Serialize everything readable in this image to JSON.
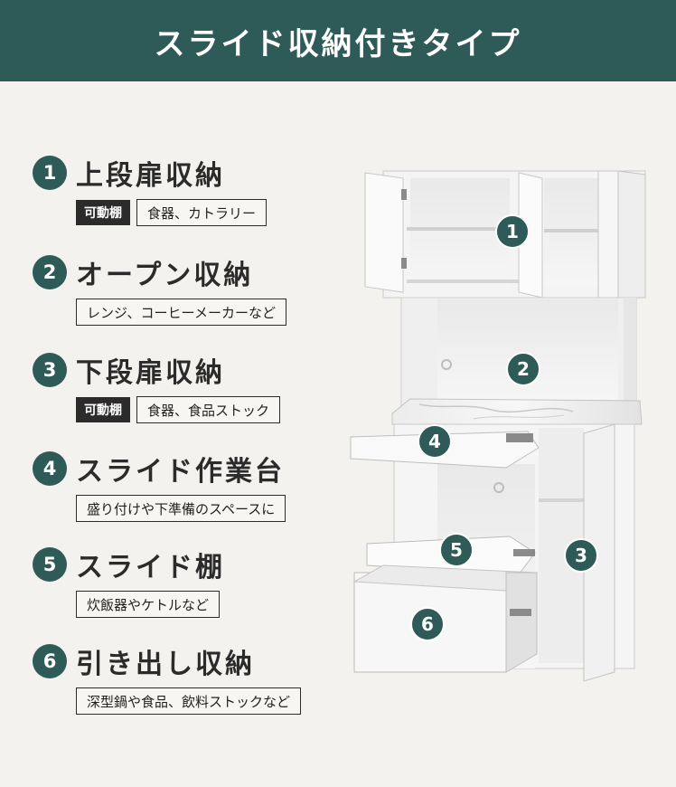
{
  "header": {
    "title": "スライド収納付きタイプ"
  },
  "features": [
    {
      "number": "1",
      "title": "上段扉収納",
      "badge": "可動棚",
      "tag": "食器、カトラリー"
    },
    {
      "number": "2",
      "title": "オープン収納",
      "badge": "",
      "tag": "レンジ、コーヒーメーカーなど"
    },
    {
      "number": "3",
      "title": "下段扉収納",
      "badge": "可動棚",
      "tag": "食器、食品ストック"
    },
    {
      "number": "4",
      "title": "スライド作業台",
      "badge": "",
      "tag": "盛り付けや下準備のスペースに"
    },
    {
      "number": "5",
      "title": "スライド棚",
      "badge": "",
      "tag": "炊飯器やケトルなど"
    },
    {
      "number": "6",
      "title": "引き出し収納",
      "badge": "",
      "tag": "深型鍋や食品、飲料ストックなど"
    }
  ],
  "markers": [
    "1",
    "2",
    "3",
    "4",
    "5",
    "6"
  ],
  "colors": {
    "header_bg": "#2e5b57",
    "background": "#f3f2ee",
    "badge": "#2e5b57",
    "tag_dark": "#2b2b2b"
  }
}
